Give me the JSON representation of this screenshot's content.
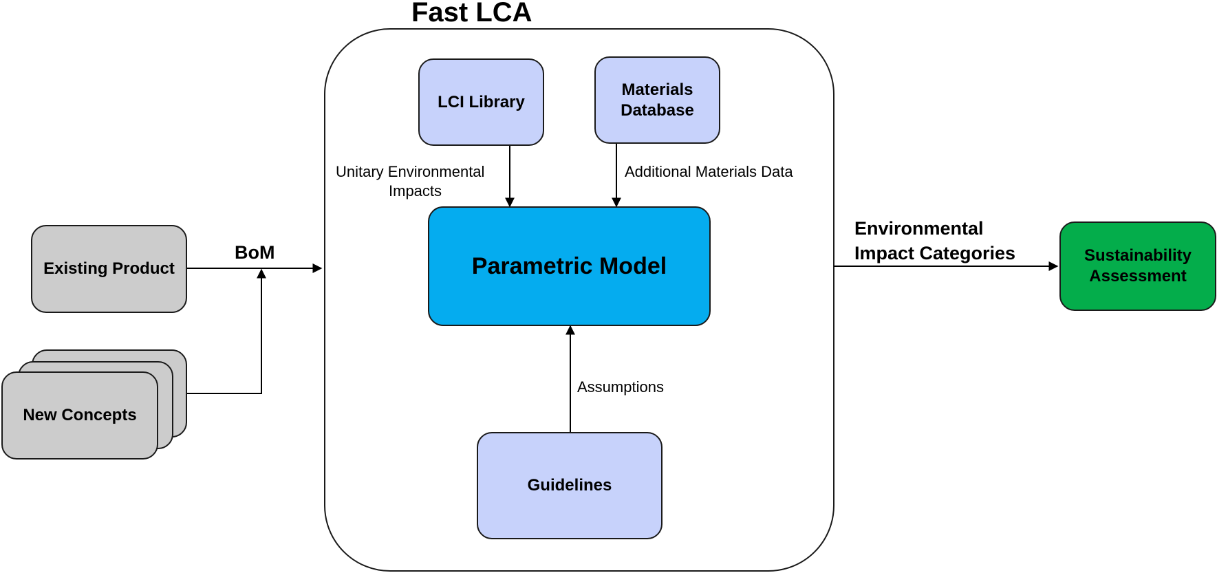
{
  "container": {
    "title": "Fast LCA"
  },
  "nodes": {
    "existing_product": "Existing Product",
    "new_concepts": "New Concepts",
    "lci_library": "LCI Library",
    "materials_database": "Materials Database",
    "parametric_model": "Parametric Model",
    "guidelines": "Guidelines",
    "sustainability_assessment": "Sustainability Assessment"
  },
  "edges": {
    "bom": "BoM",
    "unitary_environmental_impacts_line1": "Unitary Environmental",
    "unitary_environmental_impacts_line2": "Impacts",
    "additional_materials_data": "Additional Materials Data",
    "assumptions": "Assumptions",
    "environmental_impact_categories_line1": "Environmental",
    "environmental_impact_categories_line2": "Impact Categories"
  },
  "colors": {
    "gray_box": "#cccccc",
    "light_blue_box": "#c7d2fb",
    "parametric_model": "#05acef",
    "sustainability_assessment": "#04ad4b"
  }
}
